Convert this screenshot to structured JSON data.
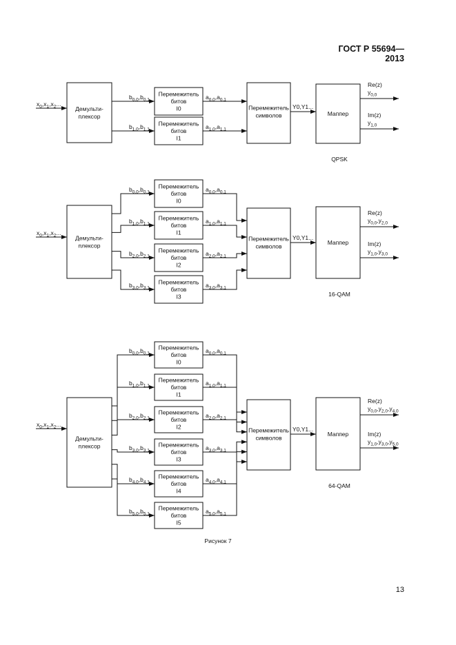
{
  "header": {
    "standard": "ГОСТ Р 55694—2013"
  },
  "footer": {
    "page_number": "13",
    "figure_caption": "Рисунок 7"
  },
  "diagrams": [
    {
      "caption": "QPSK",
      "input_label": "x0,x1,x2...",
      "demux_label": [
        "Демульти-",
        "плексор"
      ],
      "bit_interleavers": [
        {
          "b_label": "b0,0,b0,1",
          "box_lines": [
            "Перемежитель",
            "битов",
            "I0"
          ],
          "a_label": "a0,0,a0,1"
        },
        {
          "b_label": "b1,0,b1,1",
          "box_lines": [
            "Перемежитель",
            "битов",
            "I1"
          ],
          "a_label": "a1,0,a1,1"
        }
      ],
      "symbol_interleaver_label": [
        "Перемежитель",
        "символов"
      ],
      "link_label": "Y0,Y1...",
      "mapper_label": "Маппер",
      "outputs": [
        {
          "name": "Re(z)",
          "values": "y0,0"
        },
        {
          "name": "Im(z)",
          "values": "y1,0"
        }
      ]
    },
    {
      "caption": "16-QAM",
      "input_label": "x0,x1,x2...",
      "demux_label": [
        "Демульти-",
        "плексор"
      ],
      "bit_interleavers": [
        {
          "b_label": "b0,0,b0,1",
          "box_lines": [
            "Перемежитель",
            "битов",
            "I0"
          ],
          "a_label": "a0,0,a0,1"
        },
        {
          "b_label": "b1,0,b1,1",
          "box_lines": [
            "Перемежитель",
            "битов",
            "I1"
          ],
          "a_label": "a1,0,a1,1"
        },
        {
          "b_label": "b2,0,b2,1",
          "box_lines": [
            "Перемежитель",
            "битов",
            "I2"
          ],
          "a_label": "a2,0,a2,1"
        },
        {
          "b_label": "b3,0,b3,1",
          "box_lines": [
            "Перемежитель",
            "битов",
            "I3"
          ],
          "a_label": "a3,0,a3,1"
        }
      ],
      "symbol_interleaver_label": [
        "Перемежитель",
        "символов"
      ],
      "link_label": "Y0,Y1...",
      "mapper_label": "Маппер",
      "outputs": [
        {
          "name": "Re(z)",
          "values": "y0,0,y2,0"
        },
        {
          "name": "Im(z)",
          "values": "y1,0,y3,0"
        }
      ]
    },
    {
      "caption": "64-QAM",
      "input_label": "x0,x1,x2...",
      "demux_label": [
        "Демульти-",
        "плексор"
      ],
      "bit_interleavers": [
        {
          "b_label": "b0,0,b0,1",
          "box_lines": [
            "Перемежитель",
            "битов",
            "I0"
          ],
          "a_label": "a0,0,a0,1"
        },
        {
          "b_label": "b1,0,b1,1",
          "box_lines": [
            "Перемежитель",
            "битов",
            "I1"
          ],
          "a_label": "a1,0,a1,1"
        },
        {
          "b_label": "b2,0,b2,1",
          "box_lines": [
            "Перемежитель",
            "битов",
            "I2"
          ],
          "a_label": "a2,0,a2,1"
        },
        {
          "b_label": "b3,0,b3,1",
          "box_lines": [
            "Перемежитель",
            "битов",
            "I3"
          ],
          "a_label": "a3,0,a3,1"
        },
        {
          "b_label": "b4,0,b4,1",
          "box_lines": [
            "Перемежитель",
            "битов",
            "I4"
          ],
          "a_label": "a4,0,a4,1"
        },
        {
          "b_label": "b5,0,b5,1",
          "box_lines": [
            "Перемежитель",
            "битов",
            "I5"
          ],
          "a_label": "a5,0,a5,1"
        }
      ],
      "symbol_interleaver_label": [
        "Перемежитель",
        "символов"
      ],
      "link_label": "Y0,Y1...",
      "mapper_label": "Маппер",
      "outputs": [
        {
          "name": "Re(z)",
          "values": "y0,0,y2,0,y4,0"
        },
        {
          "name": "Im(z)",
          "values": "y1,0,y3,0,y5,0"
        }
      ]
    }
  ]
}
